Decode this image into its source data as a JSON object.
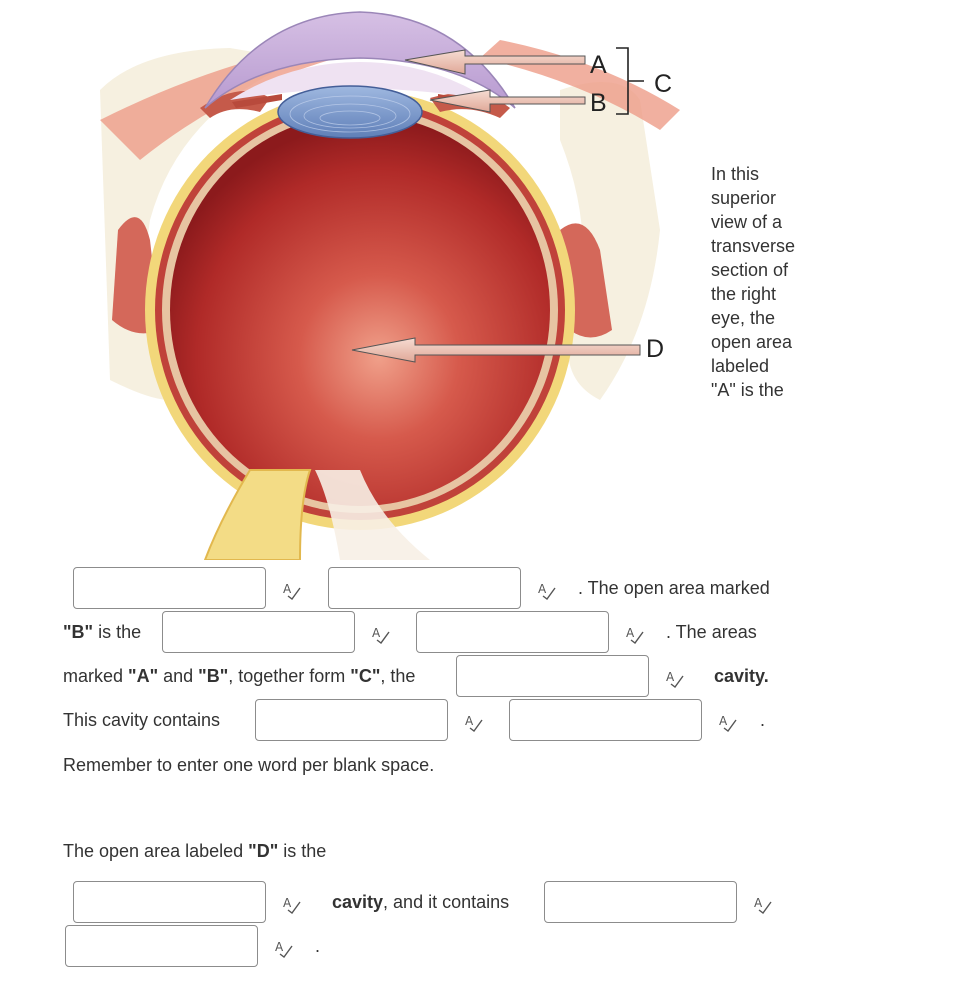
{
  "diagram": {
    "labels": {
      "a": "A",
      "b": "B",
      "c": "C",
      "d": "D"
    },
    "side_text": "In this superior view of a transverse section of the right eye, the open area labeled \"A\" is the"
  },
  "question": {
    "line1_after": ". The open area marked",
    "line2_before": "\"B\" is the",
    "line2_after": ". The areas",
    "line3_before": "marked \"A\" and \"B\", together form \"C\", the",
    "line3_after": "cavity.",
    "line4_before": "This cavity contains",
    "line4_after": ".",
    "reminder": "Remember to enter one word per blank space.",
    "d_prompt": "The open area labeled \"D\" is the",
    "line6_mid": "cavity, and it contains",
    "line7_after": "."
  },
  "spellcheck_icon": "spellcheck-icon"
}
